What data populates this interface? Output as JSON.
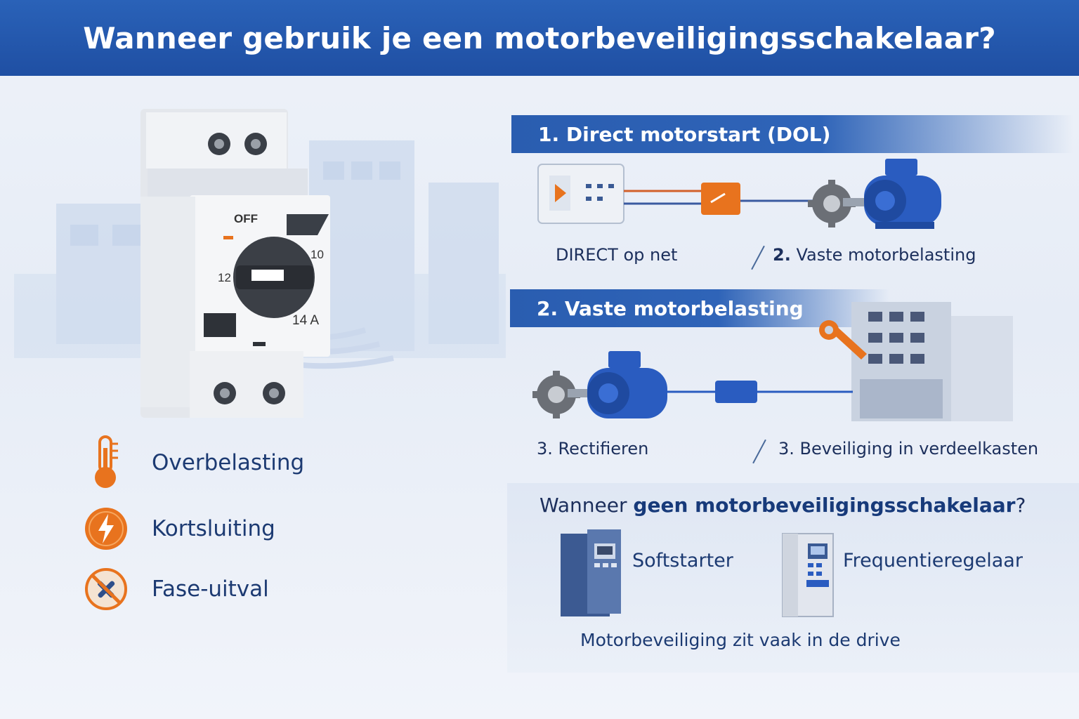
{
  "title": "Wanneer gebruik je een motorbeveiligingsschakelaar?",
  "device": {
    "off_label": "OFF",
    "dial_left": "12",
    "dial_right": "10",
    "rating": "14 A"
  },
  "features": [
    {
      "label": "Overbelasting",
      "icon": "thermometer-icon"
    },
    {
      "label": "Kortsluiting",
      "icon": "lightning-icon"
    },
    {
      "label": "Fase-uitval",
      "icon": "no-tools-icon"
    }
  ],
  "section1": {
    "title": "1. Direct motorstart (DOL)",
    "caption_left": "DIRECT op net",
    "caption_right_num": "2.",
    "caption_right_text": " Vaste motorbelasting"
  },
  "section2": {
    "title": "2. Vaste motorbelasting",
    "caption_left": "3. Rectifieren",
    "caption_right": "3. Beveiliging in verdeelkasten"
  },
  "nogo": {
    "title_prefix": "Wanneer ",
    "title_bold": "geen motorbeveiligingsschakelaar",
    "title_suffix": "?",
    "drives": [
      {
        "label": "Softstarter"
      },
      {
        "label": "Frequentieregelaar"
      }
    ],
    "note": "Motorbeveiliging zit vaak in de drive"
  },
  "colors": {
    "header": "#2a62b8",
    "accent_orange": "#e8731e",
    "motor_blue": "#2a5cc0"
  }
}
